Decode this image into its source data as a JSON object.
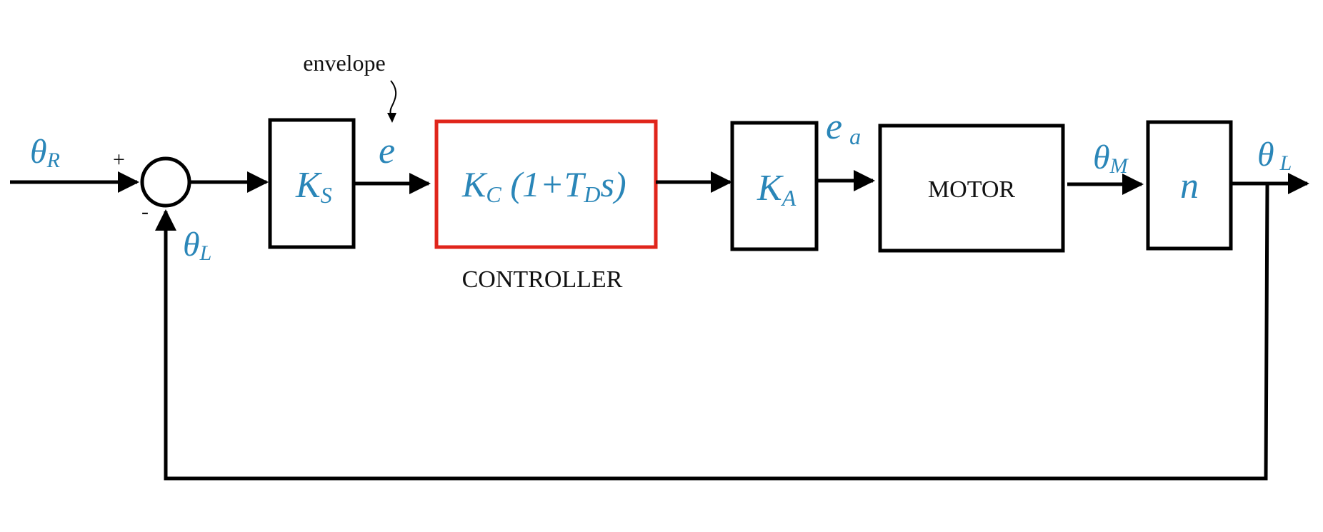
{
  "colors": {
    "signal_label": "#2a86b8",
    "controller_border": "#e0251b",
    "line": "#000000"
  },
  "signals": {
    "theta_r_main": "θ",
    "theta_r_sub": "R",
    "plus": "+",
    "minus": "-",
    "theta_l_fb_main": "θ",
    "theta_l_fb_sub": "L",
    "e": "e",
    "ea_main": "e",
    "ea_sub": "a",
    "theta_m_main": "θ",
    "theta_m_sub": "M",
    "theta_l_out_main": "θ",
    "theta_l_out_sub": "L"
  },
  "blocks": {
    "ks_main": "K",
    "ks_sub": "S",
    "controller_k": "K",
    "controller_k_sub": "C",
    "controller_mid": " (1+T",
    "controller_t_sub": "D",
    "controller_end": "s)",
    "ka_main": "K",
    "ka_sub": "A",
    "motor": "MOTOR",
    "n": "n"
  },
  "annotations": {
    "envelope": "envelope",
    "controller": "CONTROLLER"
  }
}
